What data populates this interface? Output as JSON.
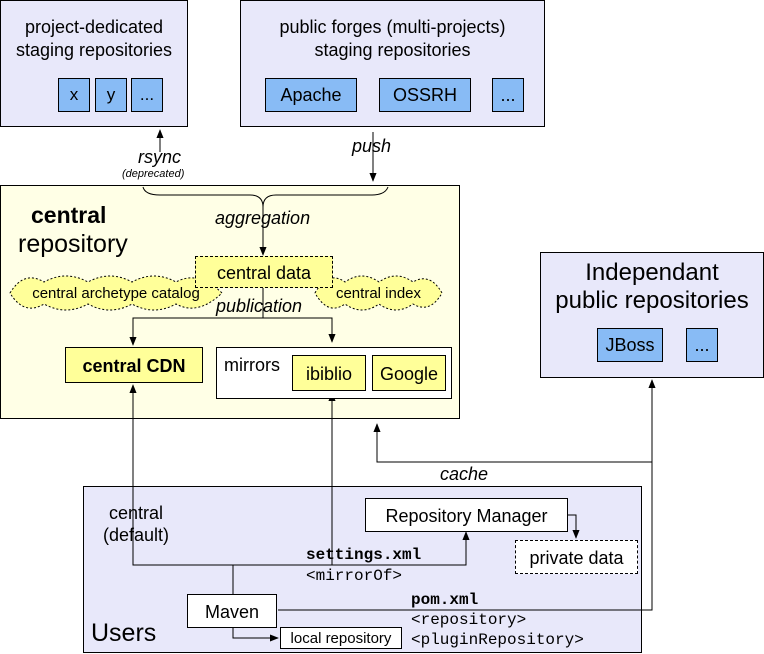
{
  "staging": {
    "title_line1": "project-dedicated",
    "title_line2": "staging repositories",
    "items": [
      "x",
      "y",
      "..."
    ]
  },
  "forges": {
    "title_line1": "public forges (multi-projects)",
    "title_line2": "staging repositories",
    "items": [
      "Apache",
      "OSSRH",
      "..."
    ]
  },
  "arrows": {
    "rsync": "rsync",
    "rsync_note": "(deprecated)",
    "push": "push",
    "aggregation": "aggregation",
    "publication": "publication",
    "cache": "cache"
  },
  "central": {
    "title_bold": "central",
    "title_rest": "repository",
    "data": "central data",
    "archetype": "central archetype catalog",
    "index": "central index",
    "cdn": "central CDN",
    "mirrors_label": "mirrors",
    "mirrors": [
      "ibiblio",
      "Google"
    ]
  },
  "independant": {
    "title_line1": "Independant",
    "title_line2": "public repositories",
    "items": [
      "JBoss",
      "..."
    ]
  },
  "users": {
    "title": "Users",
    "central_default_line1": "central",
    "central_default_line2": "(default)",
    "repo_manager": "Repository Manager",
    "private_data": "private data",
    "settings_xml": "settings.xml",
    "mirror_of": "<mirrorOf>",
    "maven": "Maven",
    "pom_xml": "pom.xml",
    "repository_tag": "<repository>",
    "plugin_repository_tag": "<pluginRepository>",
    "local_repository": "local repository"
  }
}
